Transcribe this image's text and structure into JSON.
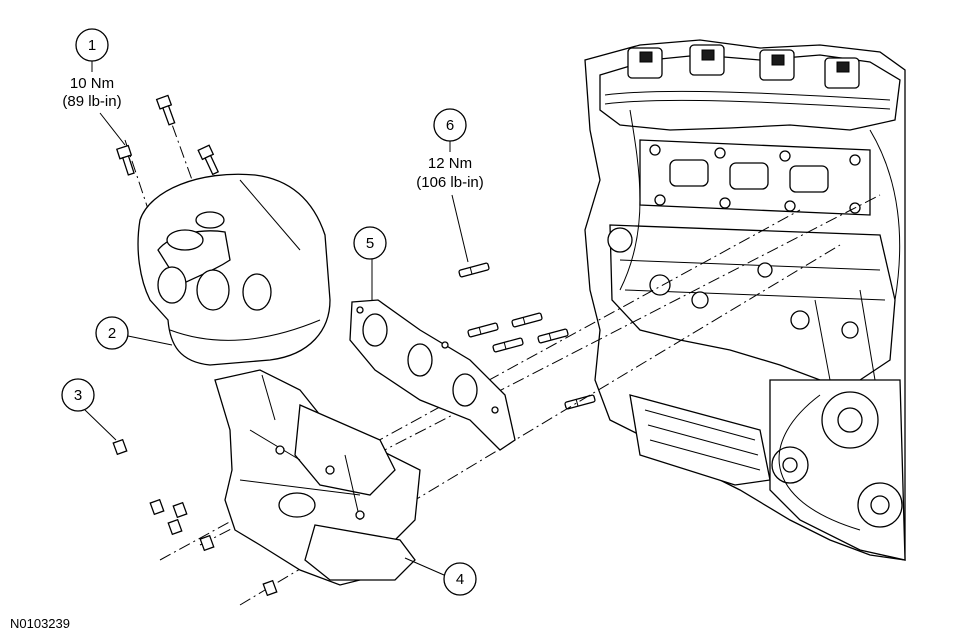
{
  "figure_id": "N0103239",
  "callouts": [
    {
      "number": "1",
      "torque_nm": "10 Nm",
      "torque_imperial": "(89 lb-in)"
    },
    {
      "number": "2"
    },
    {
      "number": "3"
    },
    {
      "number": "4"
    },
    {
      "number": "5"
    },
    {
      "number": "6",
      "torque_nm": "12 Nm",
      "torque_imperial": "(106 lb-in)"
    }
  ]
}
